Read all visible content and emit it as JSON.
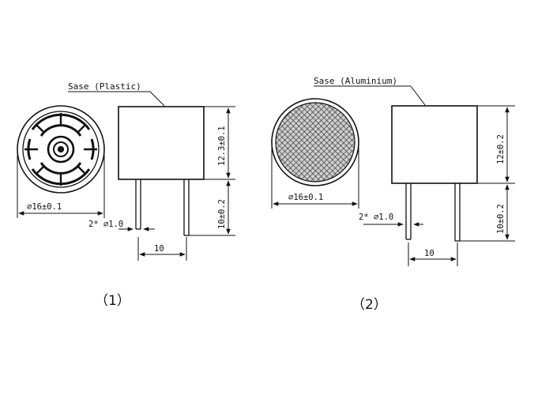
{
  "figures": [
    {
      "id": "plastic",
      "case_label": "Sase (Plastic)",
      "diameter_label": "⌀16±0.1",
      "pin_label": "2* ⌀1.0",
      "height_top_label": "12.3±0.1",
      "height_pin_label": "10±0.2",
      "pin_spacing_label": "10",
      "caption": "（1）"
    },
    {
      "id": "aluminium",
      "case_label": "Sase (Aluminium)",
      "diameter_label": "⌀16±0.1",
      "pin_label": "2* ⌀1.0",
      "height_top_label": "12±0.2",
      "height_pin_label": "10±0.2",
      "pin_spacing_label": "10",
      "caption": "（2）"
    }
  ],
  "colors": {
    "line": "#111111",
    "mesh": "#444444",
    "fill_light": "#f4f4f4"
  }
}
